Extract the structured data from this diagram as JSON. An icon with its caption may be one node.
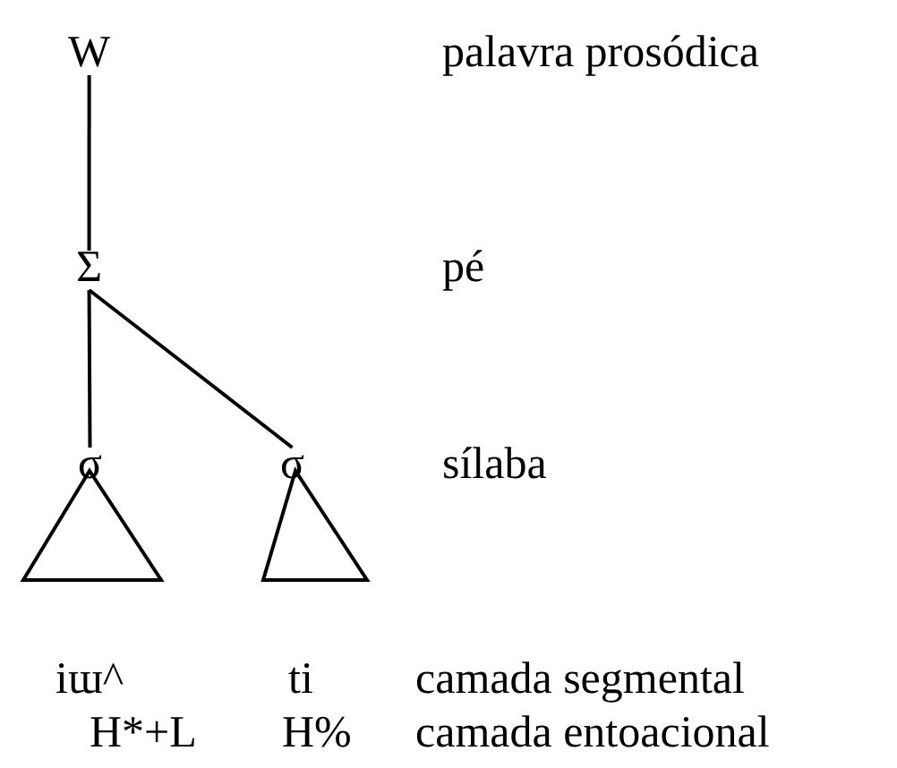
{
  "diagram": {
    "nodes": [
      {
        "text": [
          "W"
        ]
      },
      {
        "text": [
          "Σ"
        ]
      },
      {
        "text": [
          "σ"
        ]
      },
      {
        "text": [
          "σ"
        ]
      },
      {
        "text": [],
        "shape": "triangle"
      },
      {
        "text": [],
        "shape": "triangle"
      }
    ],
    "edges": [
      {
        "from": 0,
        "to": 1,
        "arrow": "none"
      },
      {
        "from": 1,
        "to": 2,
        "arrow": "none"
      },
      {
        "from": 1,
        "to": 3,
        "arrow": "none"
      }
    ],
    "labels": [
      "palavra prosódica",
      "pé",
      "sílaba",
      "iɯ^",
      "ti",
      "camada segmental",
      "H*+L",
      "H%",
      "camada entoacional"
    ]
  }
}
